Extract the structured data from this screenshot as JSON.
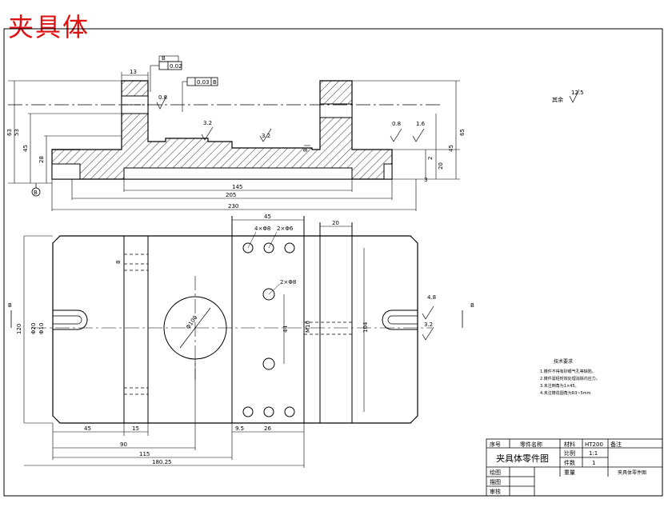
{
  "title": "夹具体",
  "surface_finish_general": {
    "label": "其余",
    "value": "12.5"
  },
  "tolerances": {
    "flatness": "0.02",
    "datum_b": "B",
    "parallel": "0.03"
  },
  "roughness": {
    "r1": "0.8",
    "r2": "3.2",
    "r3": "3.2",
    "r4": "0.8",
    "r5": "1.6",
    "r6": "4.8",
    "r7": "3.2"
  },
  "dims_top": {
    "d13": "13",
    "d63": "63",
    "d45l": "45",
    "d28": "28",
    "d145": "145",
    "d205": "205",
    "d230": "230",
    "d65": "65",
    "d45r": "45",
    "d20": "20",
    "d2": "2",
    "d3": "3",
    "d8": "8"
  },
  "dims_plan": {
    "d45t": "45",
    "d20t": "20",
    "h4x8": "4×Φ8",
    "h2x6": "2×Φ6",
    "h2x6b": "2×Φ8",
    "phi100": "Φ100",
    "d120": "120",
    "d20l": "Φ20",
    "d10l": "Φ10",
    "d104": "104",
    "d44": "44",
    "d10r": "M10",
    "d5": "8",
    "d45b": "45",
    "d15": "15",
    "d90": "90",
    "d115": "115",
    "d180": "180.25",
    "d9_5": "9.5",
    "d26": "26"
  },
  "section_marks": {
    "left": "B",
    "right": "B",
    "datum": "B"
  },
  "tech_notes": {
    "title": "技术要求",
    "items": [
      "1.铸件不得有砂眼气孔等缺陷。",
      "2.铸件需经时效处理消除内应力。",
      "3.未注倒角为1×45。",
      "4.未注铸造圆角为R3~5mm"
    ]
  },
  "title_block": {
    "h_seq": "序号",
    "h_name": "零件名称",
    "h_material": "材料",
    "material": "HT200",
    "h_remark": "备注",
    "part_name": "夹具体零件图",
    "h_scale": "比例",
    "scale": "1:1",
    "h_qty": "件数",
    "qty": "1",
    "h_drawn": "绘图",
    "h_weight": "重量",
    "drawing_no": "夹具体零件图",
    "h_traced": "描图",
    "h_checked": "审核"
  }
}
